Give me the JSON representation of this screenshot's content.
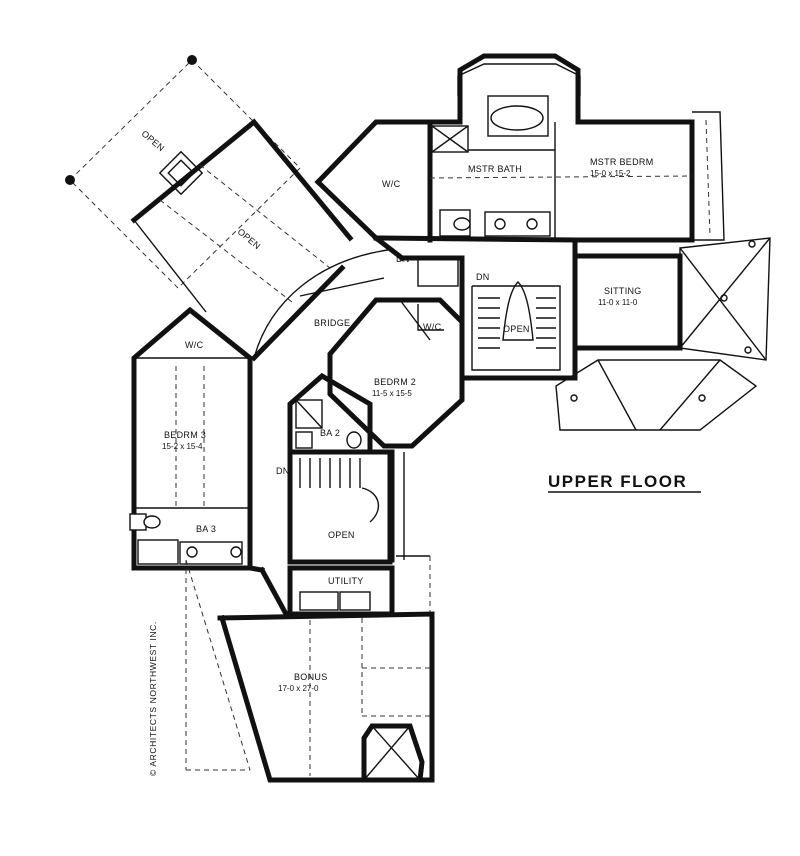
{
  "plan": {
    "title": "UPPER FLOOR",
    "credit": "© ARCHITECTS NORTHWEST INC.",
    "rooms": {
      "open_top": "OPEN",
      "open_main": "OPEN",
      "wic_left": "W/C",
      "mstr_bath": "MSTR BATH",
      "mstr_bedrm": "MSTR BEDRM",
      "mstr_bedrm_dim": "15-0 x 15-2",
      "sitting": "SITTING",
      "sitting_dim": "11-0 x 11-0",
      "dn_bridge": "DN",
      "dn_stair": "DN",
      "open_stair": "OPEN",
      "bridge": "BRIDGE",
      "wic_bed2": "W/C",
      "bedrm2": "BEDRM 2",
      "bedrm2_dim": "11-5 x 15-5",
      "ba2": "BA 2",
      "wic_bed3": "W/C",
      "bedrm3": "BEDRM 3",
      "bedrm3_dim": "15-2 x 15-4",
      "ba3": "BA 3",
      "dn_lower": "DN",
      "open_lower": "OPEN",
      "utility": "UTILITY",
      "bonus": "BONUS",
      "bonus_dim": "17-0 x 27-0"
    }
  }
}
